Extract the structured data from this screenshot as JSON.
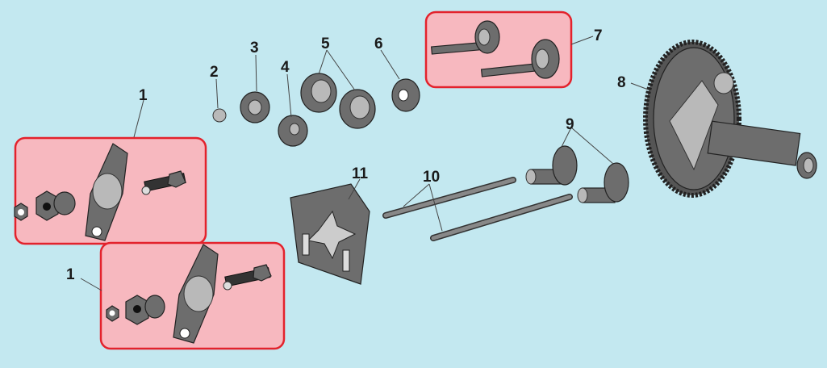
{
  "diagram": {
    "title": "Valve train exploded view",
    "callouts": {
      "rocker_upper": "1",
      "rocker_lower": "1",
      "c2": "2",
      "c3": "3",
      "c4": "4",
      "c5": "5",
      "c6": "6",
      "c7": "7",
      "c8": "8",
      "c9": "9",
      "c10": "10",
      "c11": "11"
    },
    "colors": {
      "background": "#c3e8f0",
      "highlight_fill": "#f7b8bf",
      "highlight_border": "#e3222c"
    }
  }
}
